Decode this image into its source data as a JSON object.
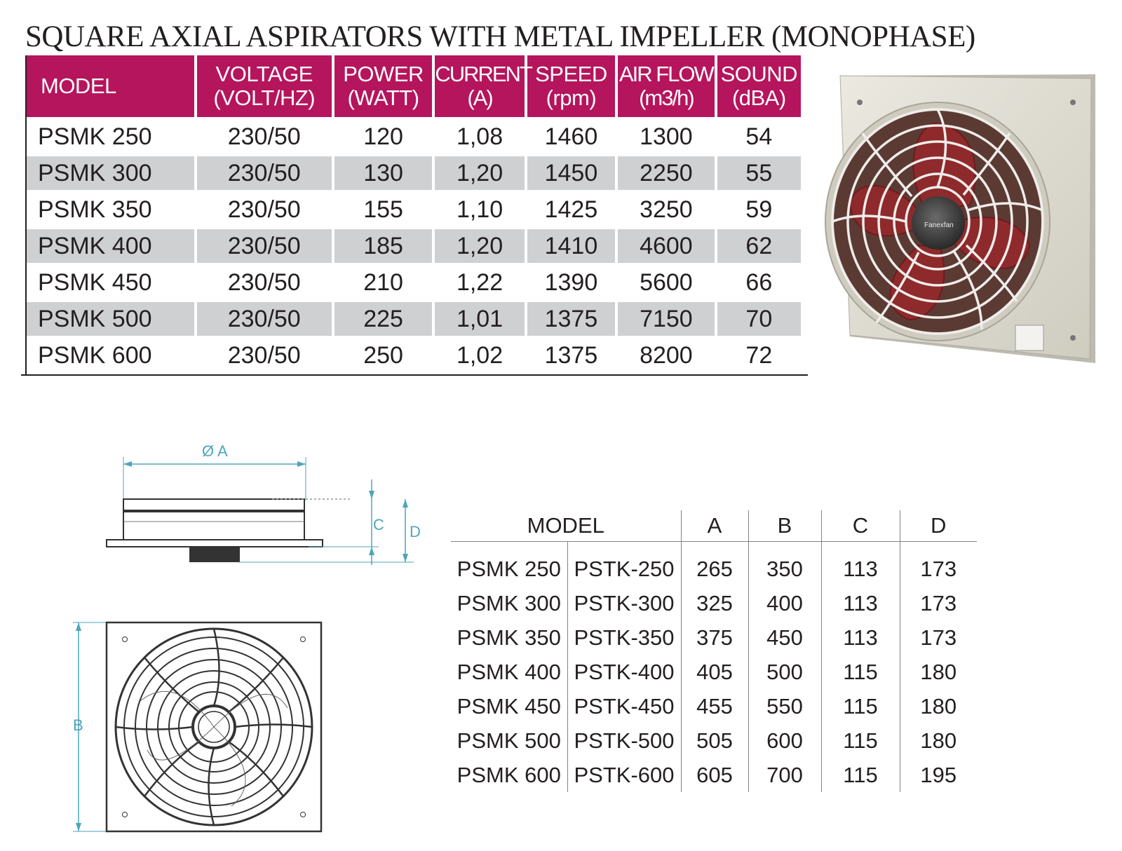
{
  "title": "SQUARE AXIAL ASPIRATORS WITH METAL IMPELLER (MONOPHASE)",
  "spec_table": {
    "headers": [
      {
        "line1": "MODEL",
        "line2": ""
      },
      {
        "line1": "VOLTAGE",
        "line2": "(VOLT/HZ)"
      },
      {
        "line1": "POWER",
        "line2": "(WATT)"
      },
      {
        "line1": "CURRENT",
        "line2": "(A)"
      },
      {
        "line1": "SPEED",
        "line2": "(rpm)"
      },
      {
        "line1": "AIR FLOW",
        "line2": "(m3/h)"
      },
      {
        "line1": "SOUND",
        "line2": "(dBA)"
      }
    ],
    "rows": [
      [
        "PSMK 250",
        "230/50",
        "120",
        "1,08",
        "1460",
        "1300",
        "54"
      ],
      [
        "PSMK 300",
        "230/50",
        "130",
        "1,20",
        "1450",
        "2250",
        "55"
      ],
      [
        "PSMK 350",
        "230/50",
        "155",
        "1,10",
        "1425",
        "3250",
        "59"
      ],
      [
        "PSMK 400",
        "230/50",
        "185",
        "1,20",
        "1410",
        "4600",
        "62"
      ],
      [
        "PSMK 450",
        "230/50",
        "210",
        "1,22",
        "1390",
        "5600",
        "66"
      ],
      [
        "PSMK 500",
        "230/50",
        "225",
        "1,01",
        "1375",
        "7150",
        "70"
      ],
      [
        "PSMK 600",
        "230/50",
        "250",
        "1,02",
        "1375",
        "8200",
        "72"
      ]
    ]
  },
  "product_photo": {
    "brand_label": "Fanexfan"
  },
  "drawing_labels": {
    "diameter": "Ø A",
    "c": "C",
    "d": "D",
    "b": "B"
  },
  "dimension_table": {
    "headers": [
      "MODEL",
      "A",
      "B",
      "C",
      "D"
    ],
    "rows": [
      [
        "PSMK 250",
        "PSTK-250",
        "265",
        "350",
        "113",
        "173"
      ],
      [
        "PSMK 300",
        "PSTK-300",
        "325",
        "400",
        "113",
        "173"
      ],
      [
        "PSMK 350",
        "PSTK-350",
        "375",
        "450",
        "113",
        "173"
      ],
      [
        "PSMK 400",
        "PSTK-400",
        "405",
        "500",
        "115",
        "180"
      ],
      [
        "PSMK 450",
        "PSTK-450",
        "455",
        "550",
        "115",
        "180"
      ],
      [
        "PSMK 500",
        "PSTK-500",
        "505",
        "600",
        "115",
        "180"
      ],
      [
        "PSMK 600",
        "PSTK-600",
        "605",
        "700",
        "115",
        "195"
      ]
    ]
  },
  "colors": {
    "header_magenta": "#b5155d",
    "stripe_gray": "#cfd0d2",
    "blade_red": "#8e2a2c",
    "housing_beige": "#e4e1d6",
    "dimension_cyan": "#4ea6ba"
  }
}
